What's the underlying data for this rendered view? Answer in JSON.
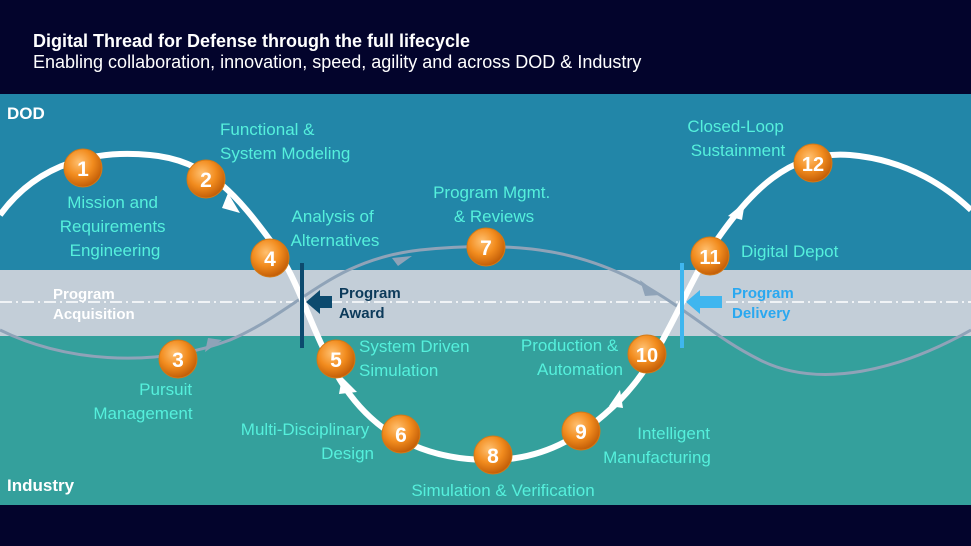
{
  "header": {
    "title": "Digital Thread for Defense through the full lifecycle",
    "subtitle": "Enabling collaboration, innovation, speed, agility and across DOD & Industry"
  },
  "zones": {
    "top": "DOD",
    "bottom": "Industry"
  },
  "band": {
    "left_label_line1": "Program",
    "left_label_line2": "Acquisition",
    "award_line1": "Program",
    "award_line2": "Award",
    "delivery_line1": "Program",
    "delivery_line2": "Delivery"
  },
  "colors": {
    "background": "#03042c",
    "dod_zone": "#2286a8",
    "industry_zone": "#34a09c",
    "band": "#c3ced8",
    "label_text": "#55f0dc",
    "badge_orange": "#f28c1e",
    "award_marker": "#0c4a6e",
    "delivery_marker": "#3fb6ef"
  },
  "steps": [
    {
      "num": "1",
      "label": [
        "Mission and",
        "Requirements",
        "Engineering"
      ]
    },
    {
      "num": "2",
      "label": [
        "Functional &",
        "System Modeling"
      ]
    },
    {
      "num": "3",
      "label": [
        "Pursuit",
        "Management"
      ]
    },
    {
      "num": "4",
      "label": [
        "Analysis of",
        "Alternatives"
      ]
    },
    {
      "num": "5",
      "label": [
        "System Driven",
        "Simulation"
      ]
    },
    {
      "num": "6",
      "label": [
        "Multi-Disciplinary",
        "Design"
      ]
    },
    {
      "num": "7",
      "label": [
        "Program Mgmt.",
        "& Reviews"
      ]
    },
    {
      "num": "8",
      "label": [
        "Simulation & Verification"
      ]
    },
    {
      "num": "9",
      "label": [
        "Intelligent",
        "Manufacturing"
      ]
    },
    {
      "num": "10",
      "label": [
        "Production &",
        "Automation"
      ]
    },
    {
      "num": "11",
      "label": [
        "Digital Depot"
      ]
    },
    {
      "num": "12",
      "label": [
        "Closed-Loop",
        "Sustainment"
      ]
    }
  ]
}
